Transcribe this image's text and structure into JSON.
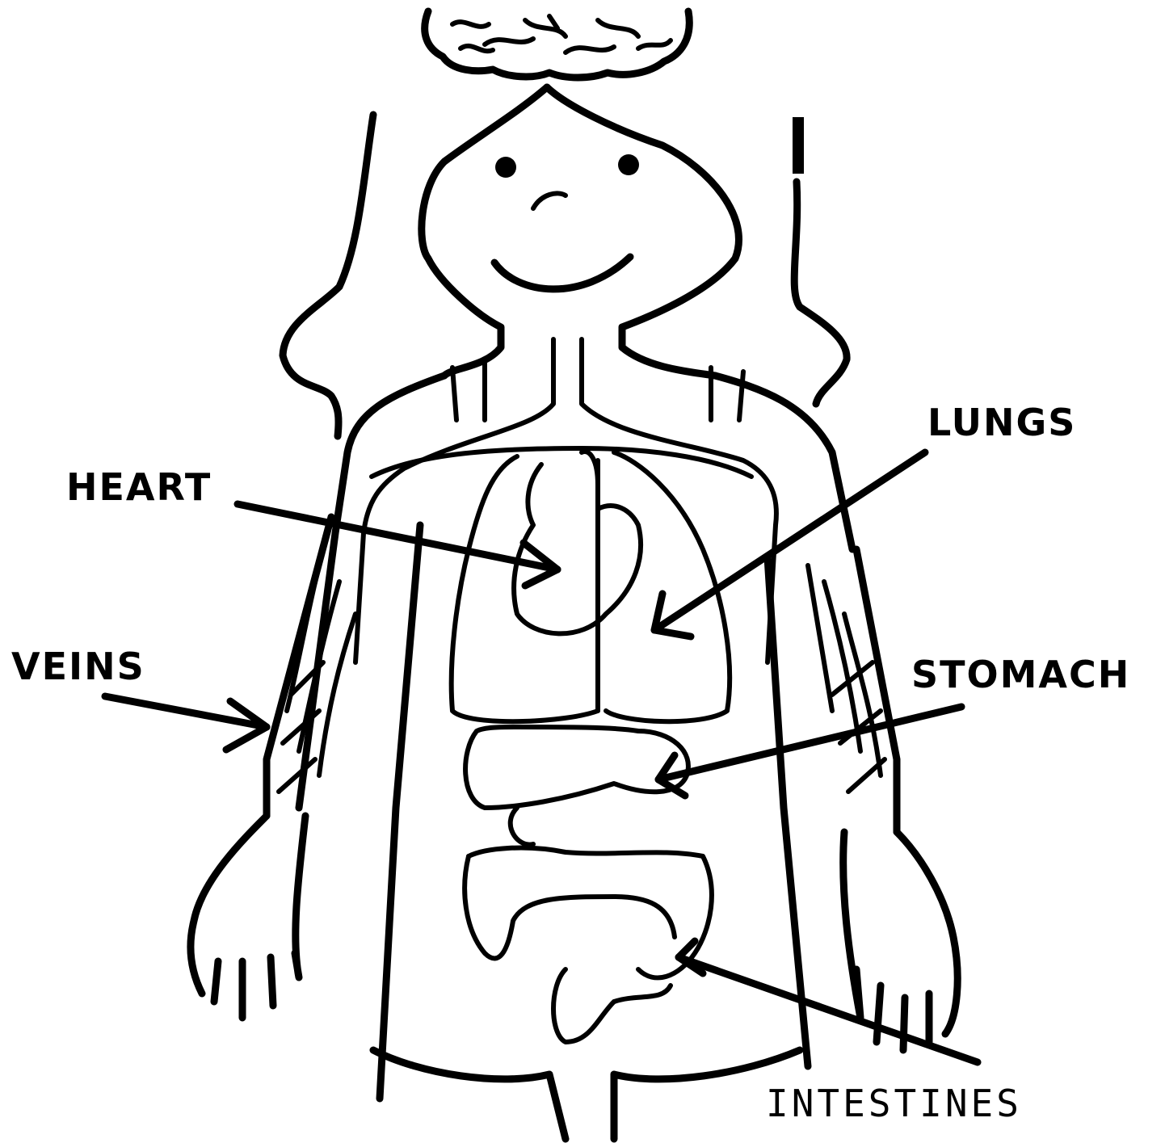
{
  "labels": {
    "heart": "HEART",
    "lungs": "LUNGS",
    "veins": "VEINS",
    "stomach": "STOMACH",
    "intestines": "INTESTINES"
  },
  "colors": {
    "ink": "#000000",
    "background": "#ffffff"
  }
}
